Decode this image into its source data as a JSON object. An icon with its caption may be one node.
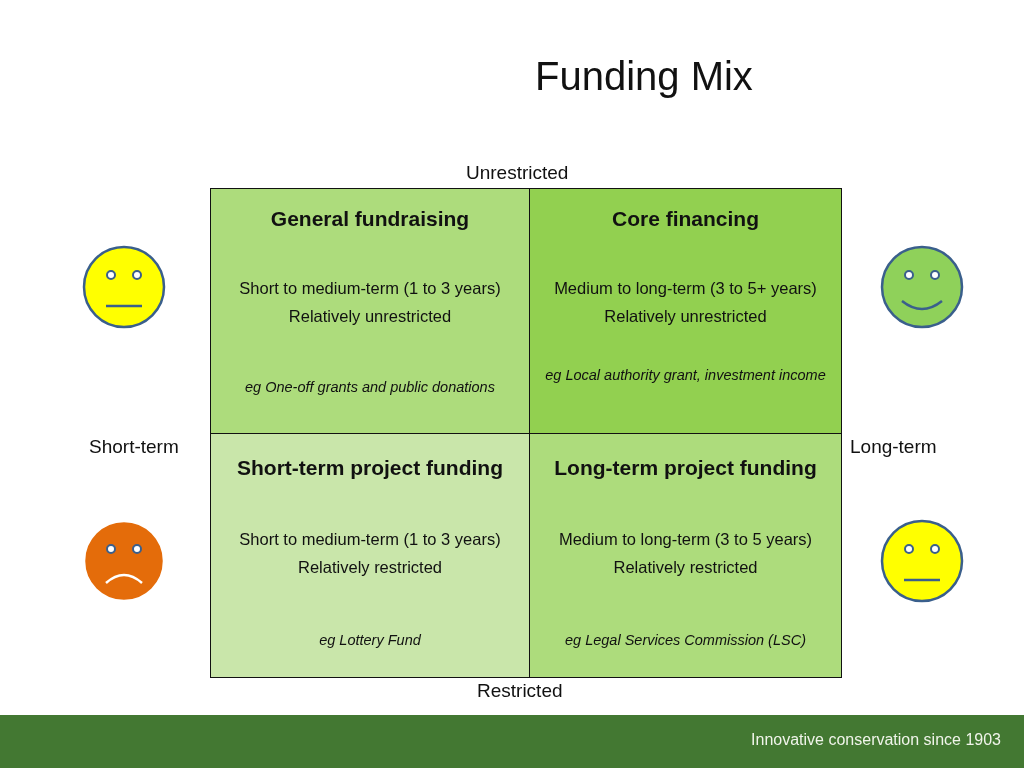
{
  "diagram": {
    "title": "Funding Mix",
    "nodes": [
      {
        "text": [
          "General fundraising",
          "Short to medium-term (1 to 3 years)",
          "Relatively unrestricted",
          "eg One-off grants and public donations"
        ]
      },
      {
        "text": [
          "Core financing",
          "Medium to long-term (3 to 5+ years)",
          "Relatively unrestricted",
          "eg Local authority grant, investment income"
        ]
      },
      {
        "text": [
          "Short-term project funding",
          "Short to medium-term (1 to 3 years)",
          "Relatively restricted",
          "eg Lottery Fund"
        ]
      },
      {
        "text": [
          "Long-term project funding",
          "Medium to long-term (3 to 5 years)",
          "Relatively restricted",
          "eg Legal Services Commission (LSC)"
        ]
      }
    ],
    "labels": [
      "Unrestricted",
      "Short-term",
      "Long-term",
      "Restricted",
      "Innovative conservation since 1903"
    ]
  }
}
